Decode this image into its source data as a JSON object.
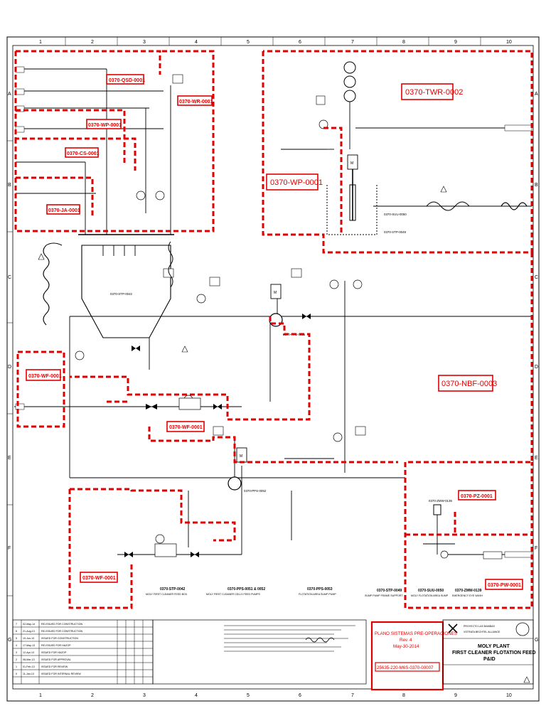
{
  "zones": [
    {
      "id": "qsd",
      "label": "0370-QSD-0001"
    },
    {
      "id": "wr",
      "label": "0370-WR-0001"
    },
    {
      "id": "wp_top",
      "label": "0370-WP-0001"
    },
    {
      "id": "cs",
      "label": "0370-CS-0001"
    },
    {
      "id": "ja",
      "label": "0370-JA-0001"
    },
    {
      "id": "twr",
      "label": "0370-TWR-0002"
    },
    {
      "id": "wp_mid",
      "label": "0370-WP-0001"
    },
    {
      "id": "wf_left",
      "label": "0370-WF-0001"
    },
    {
      "id": "wf_mid",
      "label": "0370-WF-0001"
    },
    {
      "id": "nbf",
      "label": "0370-NBF-0003"
    },
    {
      "id": "pz",
      "label": "0370-PZ-0001"
    },
    {
      "id": "wf_bottom",
      "label": "0370-WF-0001"
    },
    {
      "id": "pw",
      "label": "0370-PW-0001"
    }
  ],
  "equipment": {
    "feed_box": "0370-STP-0042",
    "pump_1": "0370-PPS-0051",
    "pump_2": "0370-PPS-0052",
    "vessel_1": "0370-SUU-0050",
    "vessel_2": "0370-STP-0049",
    "shower": "0370-ZMW-0139"
  },
  "grid": {
    "cols": [
      "1",
      "2",
      "3",
      "4",
      "5",
      "6",
      "7",
      "8",
      "9",
      "10"
    ],
    "rows": [
      "A",
      "B",
      "C",
      "D",
      "E",
      "F",
      "G"
    ]
  },
  "captions": [
    {
      "tag": "0370-STP-0042",
      "desc": "MOLY FIRST CLEANER FEED BOX"
    },
    {
      "tag": "0370-PPS-0051 & 0052",
      "desc": "MOLY FIRST CLEANER CELLS FEED PUMPS"
    },
    {
      "tag": "0370-PPS-0053",
      "desc": "FLOTATION AREA SUMP PUMP"
    },
    {
      "tag": "0370-STP-0049",
      "desc": "SUMP PUMP FRAME SUPPORT"
    },
    {
      "tag": "0370-SUU-0050",
      "desc": "MOLY FLOTATION AREA SUMP"
    },
    {
      "tag": "0370-ZMW-0139",
      "desc": "EMERGENCY EYE WASH"
    }
  ],
  "revisions": [
    {
      "rev": "7",
      "date": "02-May-14",
      "desc": "RE-ISSUED FOR CONSTRUCTION"
    },
    {
      "rev": "6",
      "date": "21-Aug-13",
      "desc": "RE-ISSUED FOR CONSTRUCTION"
    },
    {
      "rev": "5",
      "date": "10-Jun-13",
      "desc": "ISSUED FOR CONSTRUCTION"
    },
    {
      "rev": "4",
      "date": "17-May-13",
      "desc": "RE-ISSUED FOR HAZOP"
    },
    {
      "rev": "3",
      "date": "12-Apr-13",
      "desc": "ISSUED FOR HAZOP"
    },
    {
      "rev": "2",
      "date": "08-Mar-13",
      "desc": "ISSUED FOR APPROVAL"
    },
    {
      "rev": "1",
      "date": "01-Feb-13",
      "desc": "ISSUED FOR REVIEW"
    },
    {
      "rev": "0",
      "date": "11-Jan-13",
      "desc": "ISSUED FOR INTERNAL REVIEW"
    }
  ],
  "stamp": {
    "line1": "PLANO SISTEMAS PRE-OPERACIONES",
    "line2": "Rev. 4",
    "line3": "May-30-2014",
    "doc_number": "25635-220-M6S-0370-00007"
  },
  "title_block": {
    "project": "PROYECTO LAS BAMBAS",
    "alliance": "XSTRATA BECHTEL ALLIANCE",
    "title1": "MOLY PLANT",
    "title2": "FIRST CLEANER FLOTATION FEED",
    "title3": "P&ID"
  },
  "colors": {
    "zone": "#e00000",
    "line": "#000000"
  }
}
